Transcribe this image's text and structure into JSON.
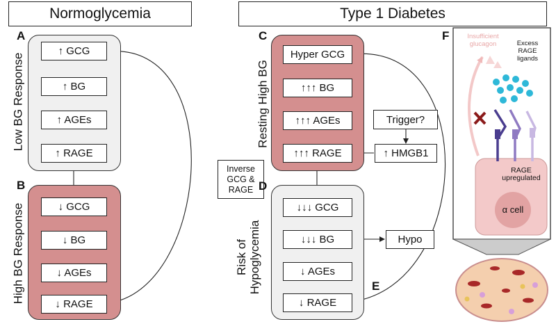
{
  "headers": {
    "left": "Normoglycemia",
    "right": "Type 1 Diabetes"
  },
  "panels": {
    "A": {
      "letter": "A",
      "label": "Low BG Response",
      "boxes": [
        "↑ GCG",
        "↑ BG",
        "↑ AGEs",
        "↑ RAGE"
      ]
    },
    "B": {
      "letter": "B",
      "label": "High BG Response",
      "boxes": [
        "↓ GCG",
        "↓ BG",
        "↓ AGEs",
        "↓ RAGE"
      ]
    },
    "C": {
      "letter": "C",
      "label": "Resting High BG",
      "boxes": [
        "Hyper GCG",
        "↑↑↑ BG",
        "↑↑↑ AGEs",
        "↑↑↑ RAGE"
      ]
    },
    "D": {
      "letter": "D",
      "label_line1": "Risk of",
      "label_line2": "Hypoglycemia",
      "boxes": [
        "↓↓↓ GCG",
        "↓↓↓ BG",
        "↓ AGEs",
        "↓ RAGE"
      ]
    }
  },
  "trigger": {
    "question": "Trigger?",
    "hmgb1": "↑ HMGB1"
  },
  "inverse_note": {
    "line1": "Inverse",
    "line2": "GCG &",
    "line3": "RAGE"
  },
  "hypo": "Hypo",
  "letter_e": "E",
  "panel_f": {
    "letter": "F",
    "insufficient_line1": "Insufficient",
    "insufficient_line2": "glucagon",
    "excess_line1": "Excess",
    "excess_line2": "RAGE",
    "excess_line3": "ligands",
    "rage_line1": "RAGE",
    "rage_line2": "upregulated",
    "cell": "α cell"
  },
  "colors": {
    "grey_panel": "#f0f0f0",
    "pink_panel": "#d48f8f",
    "ligand": "#2eb8d8",
    "x_mark": "#8b1a1a",
    "cell_pink": "#e8b4b4"
  }
}
